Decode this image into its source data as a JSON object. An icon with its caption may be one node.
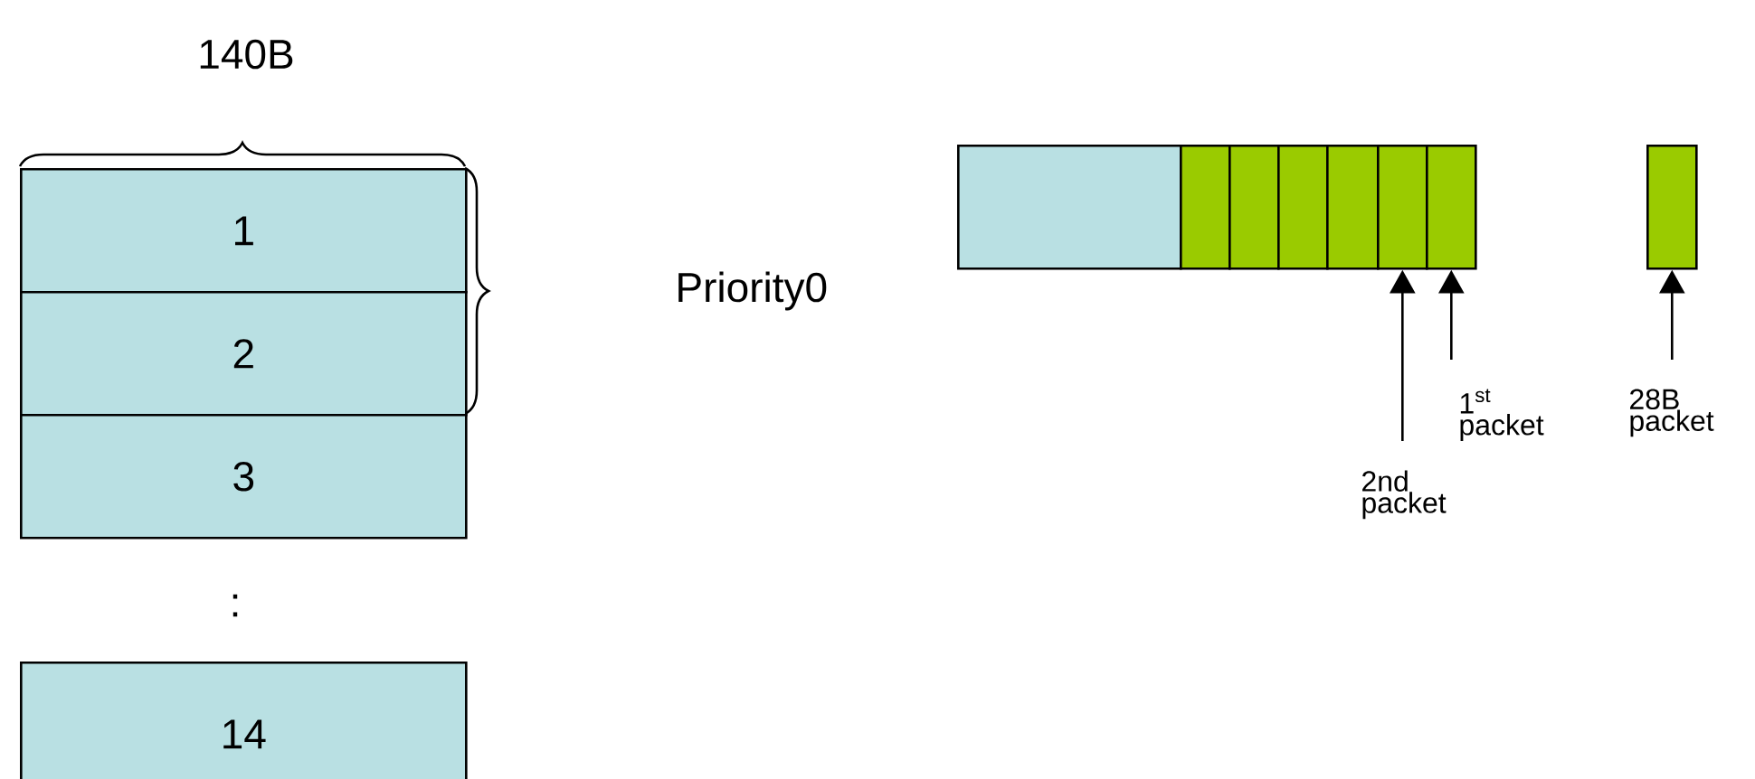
{
  "diagram": {
    "nodes": [
      {
        "text": [
          "1"
        ]
      },
      {
        "text": [
          "2"
        ]
      },
      {
        "text": [
          "3"
        ]
      },
      {
        "text": [
          "14"
        ]
      },
      {
        "text": [],
        "shape": "box"
      },
      {
        "text": [],
        "shape": "box"
      },
      {
        "text": [],
        "shape": "box"
      },
      {
        "text": [],
        "shape": "box"
      },
      {
        "text": [],
        "shape": "box"
      },
      {
        "text": [],
        "shape": "box"
      },
      {
        "text": [],
        "shape": "box"
      },
      {
        "text": [],
        "shape": "box"
      },
      {
        "text": [
          "2nd packet"
        ]
      },
      {
        "text": [
          "1$^{st}$ packet"
        ]
      },
      {
        "text": [
          "28B packet"
        ]
      }
    ],
    "edges": [
      {
        "from": 12,
        "to": 9,
        "arrow": "to"
      },
      {
        "from": 13,
        "to": 10,
        "arrow": "to"
      },
      {
        "from": 14,
        "to": 11,
        "arrow": "to"
      }
    ],
    "labels": [
      "140B",
      "Priority0",
      ":"
    ]
  }
}
